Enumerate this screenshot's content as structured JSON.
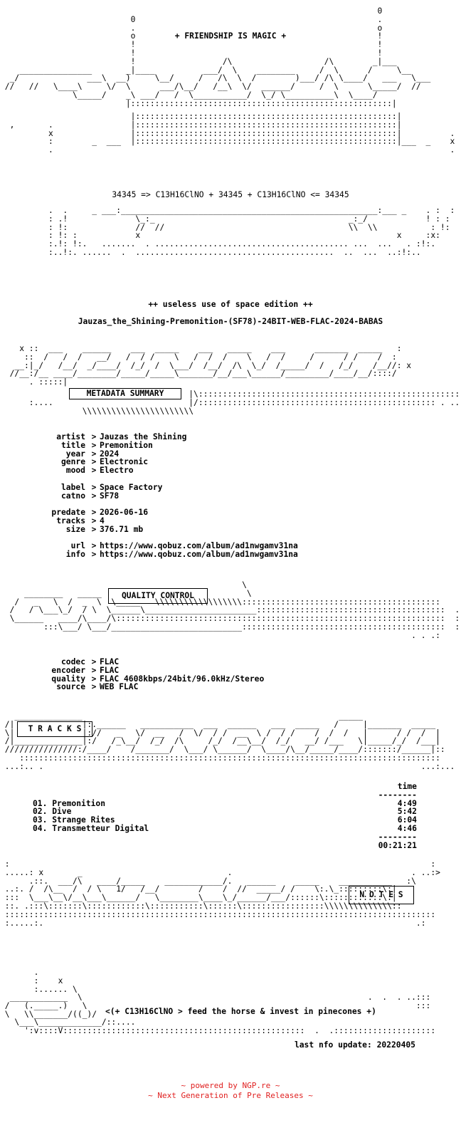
{
  "header": {
    "tagline": "+ FRIENDSHIP IS MAGIC +",
    "formula": "34345 => C13H16ClNO + 34345 + C13H16ClNO <= 34345",
    "edition": "++ useless use of space edition ++",
    "release_name": "Jauzas_the_Shining-Premonition-(SF78)-24BIT-WEB-FLAC-2024-BABAS"
  },
  "metadata": {
    "section_title": "METADATA SUMMARY",
    "rows": [
      {
        "key": "artist",
        "value": "Jauzas the Shining"
      },
      {
        "key": "title",
        "value": "Premonition"
      },
      {
        "key": "year",
        "value": "2024"
      },
      {
        "key": "genre",
        "value": "Electronic"
      },
      {
        "key": "mood",
        "value": "Electro"
      },
      {
        "key": "label",
        "value": "Space Factory"
      },
      {
        "key": "catno",
        "value": "SF78"
      },
      {
        "key": "predate",
        "value": "2026-06-16"
      },
      {
        "key": "tracks",
        "value": "4"
      },
      {
        "key": "size",
        "value": "376.71 mb"
      },
      {
        "key": "url",
        "value": "https://www.qobuz.com/album/ad1nwgamv31na"
      },
      {
        "key": "info",
        "value": "https://www.qobuz.com/album/ad1nwgamv31na"
      }
    ]
  },
  "quality": {
    "section_title": "QUALITY CONTROL",
    "rows": [
      {
        "key": "codec",
        "value": "FLAC"
      },
      {
        "key": "encoder",
        "value": "FLAC"
      },
      {
        "key": "quality",
        "value": "FLAC 4608kbps/24bit/96.0kHz/Stereo"
      },
      {
        "key": "source",
        "value": "WEB FLAC"
      }
    ]
  },
  "tracks": {
    "section_title": "T R A C K S",
    "time_header": "time",
    "rule": "--------",
    "items": [
      {
        "label": "01. Premonition",
        "time": "4:49"
      },
      {
        "label": "02. Dive",
        "time": "5:42"
      },
      {
        "label": "03. Strange Rites",
        "time": "6:04"
      },
      {
        "label": "04. Transmetteur Digital",
        "time": "4:46"
      }
    ],
    "total": "00:21:21"
  },
  "notes": {
    "section_title": "N O T E S"
  },
  "closing": {
    "slogan": "<(+ C13H16ClNO > feed the horse & invest in pinecones +)",
    "last_update": "last nfo update: 20220405"
  },
  "footer": {
    "line1": "~ powered by NGP.re ~",
    "line2": "~ Next Generation of Pre Releases ~"
  },
  "colors": {
    "text": "#000000",
    "background": "#ffffff",
    "footer": "#e02020"
  }
}
